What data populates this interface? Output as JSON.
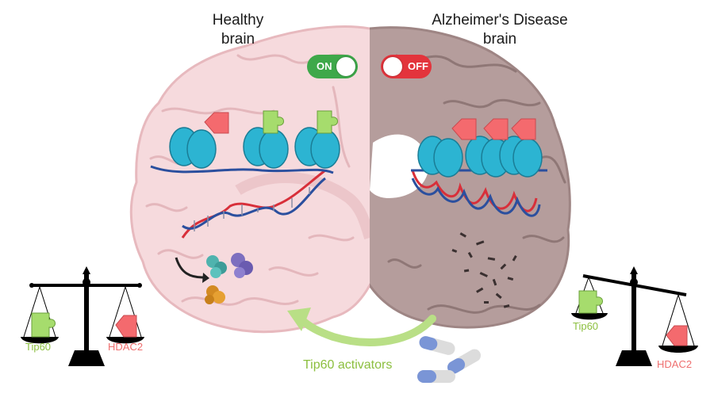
{
  "titles": {
    "healthy": "Healthy\nbrain",
    "alzheimers": "Alzheimer's Disease\nbrain"
  },
  "toggles": {
    "on": {
      "label": "ON",
      "color": "#3ea84a"
    },
    "off": {
      "label": "OFF",
      "color": "#e3343c"
    }
  },
  "left_scale": {
    "tip60_label": "Tip60",
    "hdac2_label": "HDAC2"
  },
  "right_scale": {
    "tip60_label": "Tip60",
    "hdac2_label": "HDAC2"
  },
  "arrow": {
    "label": "Tip60 activators"
  },
  "colors": {
    "healthy_brain": "#f6dadd",
    "diseased_brain": "#b59d9c",
    "nucleosome": "#2cb4d2",
    "dna_red": "#d82f3a",
    "dna_blue": "#2b4f9e",
    "tip60": "#a6dc6d",
    "hdac2": "#f46a6e",
    "arrow_green": "#b9df86"
  },
  "icons": [
    "tip60-protein-icon",
    "hdac2-protein-icon",
    "nucleosome-icon",
    "dna-helix-icon",
    "balance-scale-icon",
    "pill-capsule-icon",
    "protein-cluster-icon",
    "plaque-icon"
  ]
}
